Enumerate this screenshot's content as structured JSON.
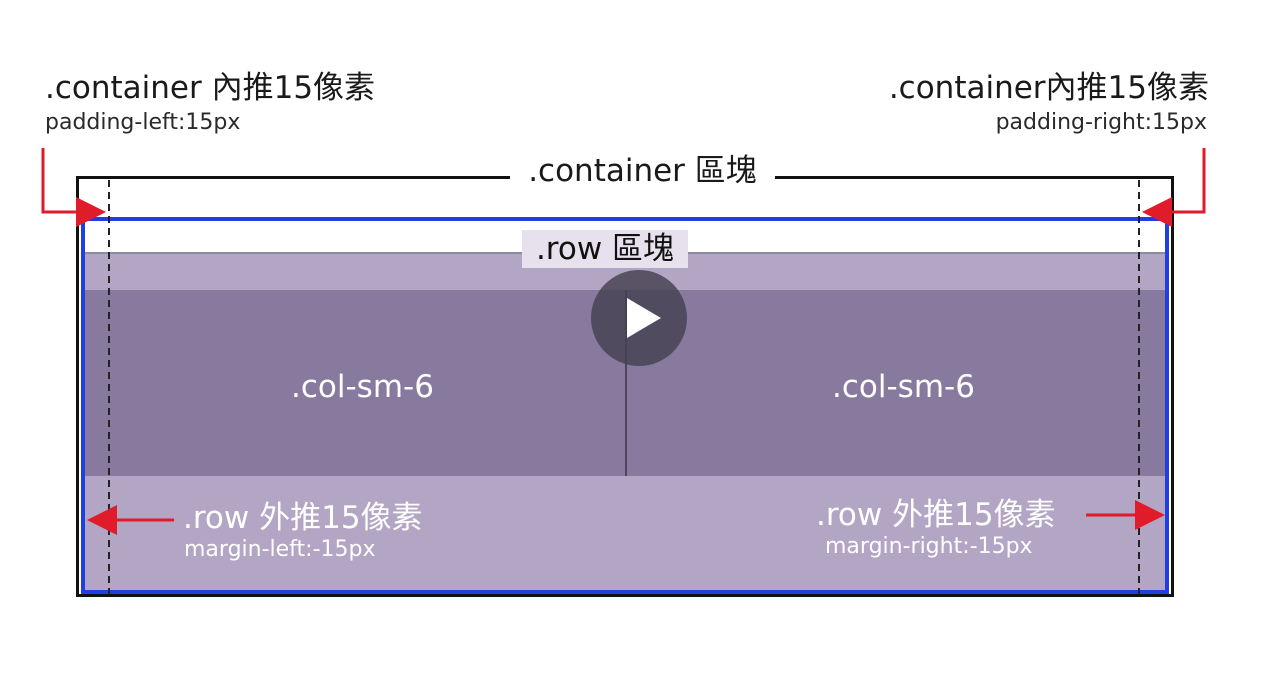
{
  "title_left": ".container 內推15像素",
  "subtitle_left": "padding-left:15px",
  "title_right": ".container內推15像素",
  "subtitle_right": "padding-right:15px",
  "container_label": ".container 區塊",
  "row_label": ".row 區塊",
  "columns": [
    ".col-sm-6",
    ".col-sm-6"
  ],
  "margin_left_title": ".row 外推15像素",
  "margin_left_sub": "margin-left:-15px",
  "margin_right_title": ".row 外推15像素",
  "margin_right_sub": "margin-right:-15px",
  "colors": {
    "container_border": "#111111",
    "row_border": "#1f3fe0",
    "row_fill": "#b3a5c4",
    "column_fill": "#877a9e",
    "arrow": "#e01b2a"
  },
  "icons": {
    "play": "play-icon"
  }
}
